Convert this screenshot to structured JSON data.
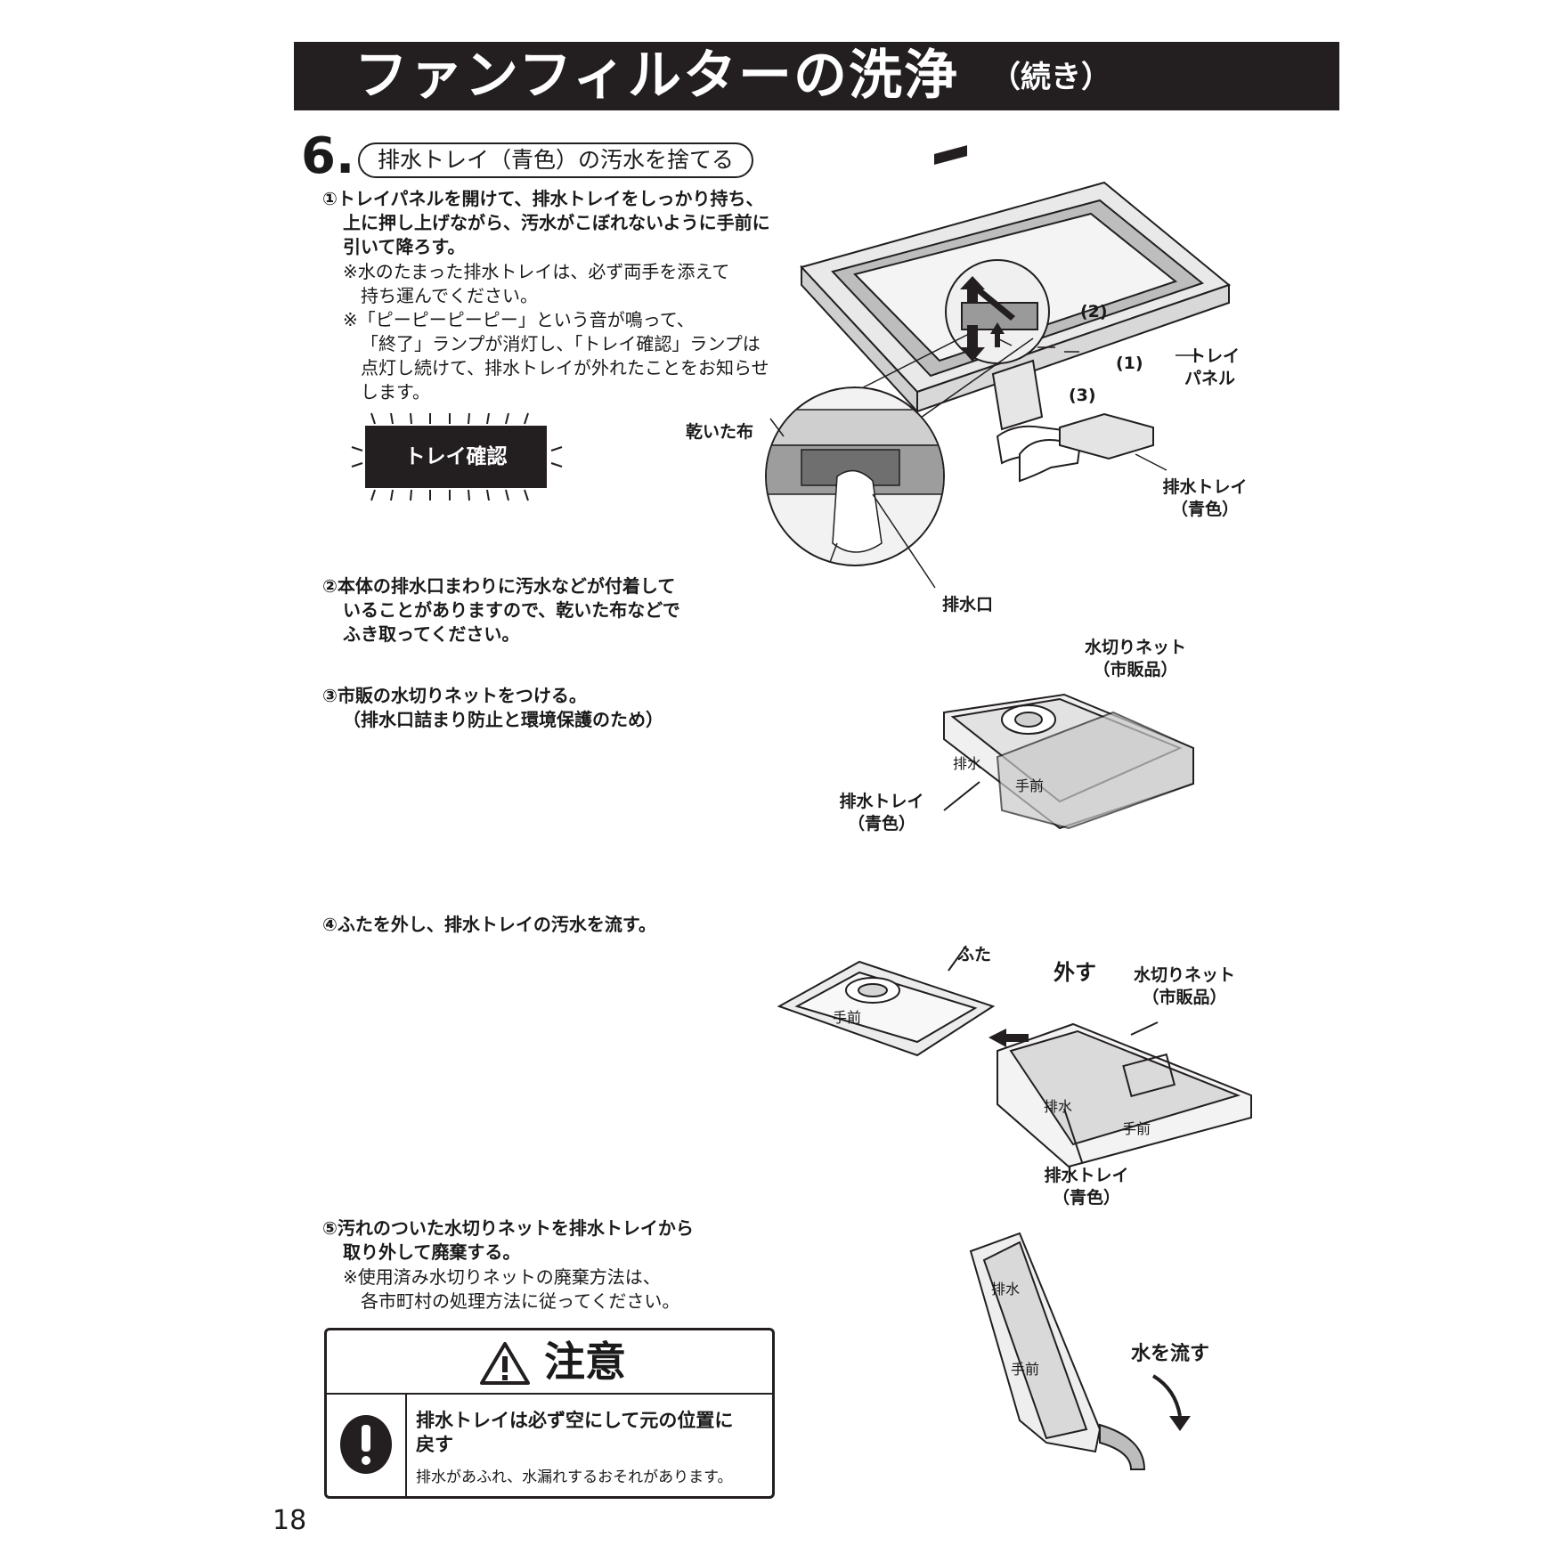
{
  "header": {
    "title": "ファンフィルターの洗浄",
    "subtitle": "（続き）"
  },
  "step": {
    "number": "6.",
    "title": "排水トレイ（青色）の汚水を捨てる"
  },
  "item1": {
    "lines": [
      "①トレイパネルを開けて、排水トレイをしっかり持ち、",
      "上に押し上げながら、汚水がこぼれないように手前に",
      "引いて降ろす。"
    ],
    "notes": [
      "※水のたまった排水トレイは、必ず両手を添えて",
      "持ち運んでください。",
      "※「ピーピーピーピー」という音が鳴って、",
      "「終了」ランプが消灯し、「トレイ確認」ランプは",
      "点灯し続けて、排水トレイが外れたことをお知らせ",
      "します。"
    ]
  },
  "lamp": {
    "label": "トレイ確認"
  },
  "fig1": {
    "tray_panel": [
      "トレイ",
      "パネル"
    ],
    "arrows": [
      "(2)",
      "(1)",
      "(3)"
    ],
    "dry_cloth": "乾いた布",
    "drain_tray": [
      "排水トレイ",
      "（青色）"
    ],
    "drain_port": "排水口"
  },
  "item2": {
    "lines": [
      "②本体の排水口まわりに汚水などが付着して",
      "いることがありますので、乾いた布などで",
      "ふき取ってください。"
    ]
  },
  "item3": {
    "lines": [
      "③市販の水切りネットをつける。",
      "（排水口詰まり防止と環境保護のため）"
    ]
  },
  "fig3": {
    "net": [
      "水切りネット",
      "（市販品）"
    ],
    "tray": [
      "排水トレイ",
      "（青色）"
    ],
    "tray_text": [
      "排水",
      "手前"
    ]
  },
  "item4": {
    "lines": [
      "④ふたを外し、排水トレイの汚水を流す。"
    ]
  },
  "fig4": {
    "lid": "ふた",
    "remove": "外す",
    "net": [
      "水切りネット",
      "（市販品）"
    ],
    "tray": [
      "排水トレイ",
      "（青色）"
    ],
    "tray_text": [
      "排水",
      "手前"
    ],
    "lid_text": "手前"
  },
  "item5": {
    "lines": [
      "⑤汚れのついた水切りネットを排水トレイから",
      "取り外して廃棄する。"
    ],
    "notes": [
      "※使用済み水切りネットの廃棄方法は、",
      "各市町村の処理方法に従ってください。"
    ]
  },
  "fig5": {
    "pour": "水を流す",
    "tray_text": [
      "排水",
      "手前"
    ]
  },
  "caution": {
    "title": "注意",
    "main": [
      "排水トレイは必ず空にして元の位置に",
      "戻す"
    ],
    "sub": "排水があふれ、水漏れするおそれがあります。"
  },
  "page_number": "18"
}
